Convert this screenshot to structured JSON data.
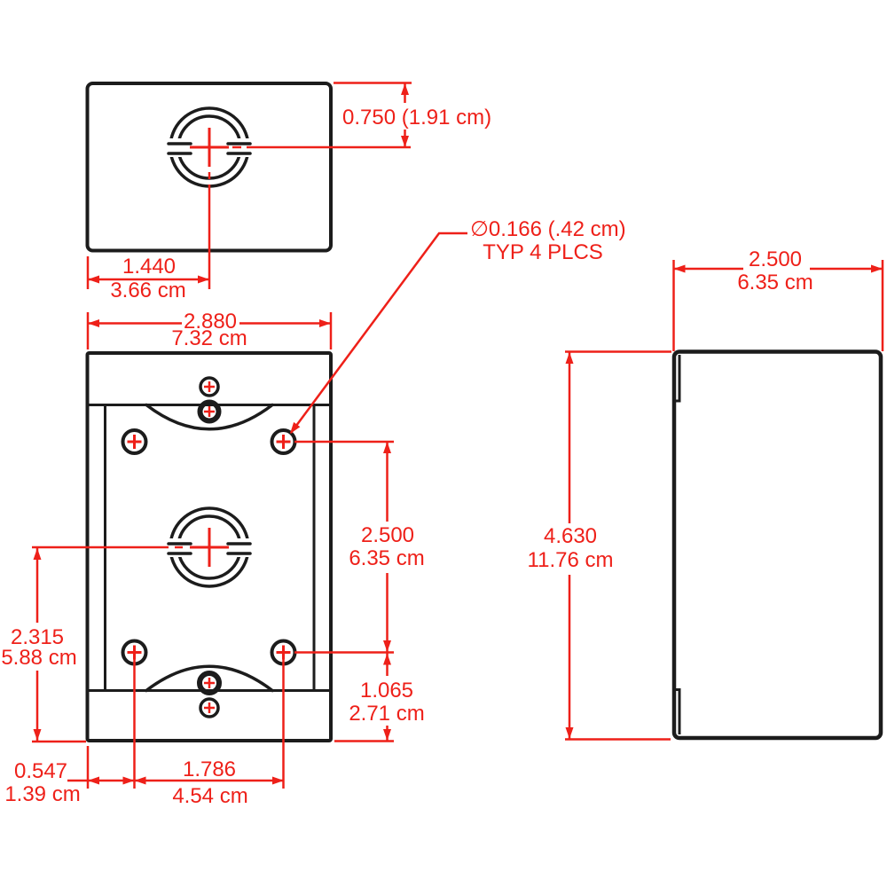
{
  "document": {
    "type": "technical-drawing",
    "units": "inches and centimeters"
  },
  "colors": {
    "dimension_red": "#ee2019",
    "line_black": "#1c1c1c",
    "background": "#ffffff"
  },
  "callout": {
    "line1": "∅0.166 (.42 cm)",
    "line2": "TYP 4 PLCS"
  },
  "views": {
    "top": {
      "knockout_offset_label": "0.750 (1.91 cm)",
      "center_from_left_in": "1.440",
      "center_from_left_cm": "3.66 cm"
    },
    "front": {
      "width_in": "2.880",
      "width_cm": "7.32 cm",
      "mount_hole_vspacing_in": "2.500",
      "mount_hole_vspacing_cm": "6.35 cm",
      "mount_hole_to_bottom_in": "1.065",
      "mount_hole_to_bottom_cm": "2.71 cm",
      "knockout_to_bottom_in": "2.315",
      "knockout_to_bottom_cm": "5.88 cm",
      "edge_to_hole_in": "0.547",
      "edge_to_hole_cm": "1.39 cm",
      "mount_hole_hspacing_in": "1.786",
      "mount_hole_hspacing_cm": "4.54 cm"
    },
    "side": {
      "depth_in": "2.500",
      "depth_cm": "6.35 cm",
      "height_in": "4.630",
      "height_cm": "11.76 cm"
    }
  }
}
